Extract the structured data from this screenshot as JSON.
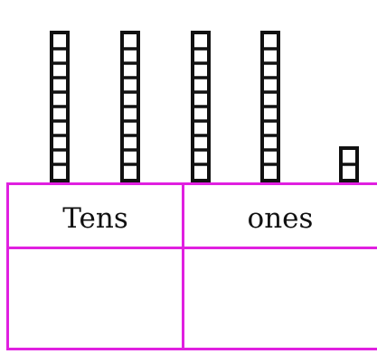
{
  "blocks": {
    "tens_rods": 4,
    "cubes_per_rod": 10,
    "ones_cubes": 2,
    "colors": {
      "stroke": "#111111",
      "fill": "#ffffff"
    }
  },
  "table": {
    "tens_header": "Tens",
    "ones_header": "ones",
    "tens_answer": "",
    "ones_answer": "",
    "border_color": "#e020e0"
  }
}
